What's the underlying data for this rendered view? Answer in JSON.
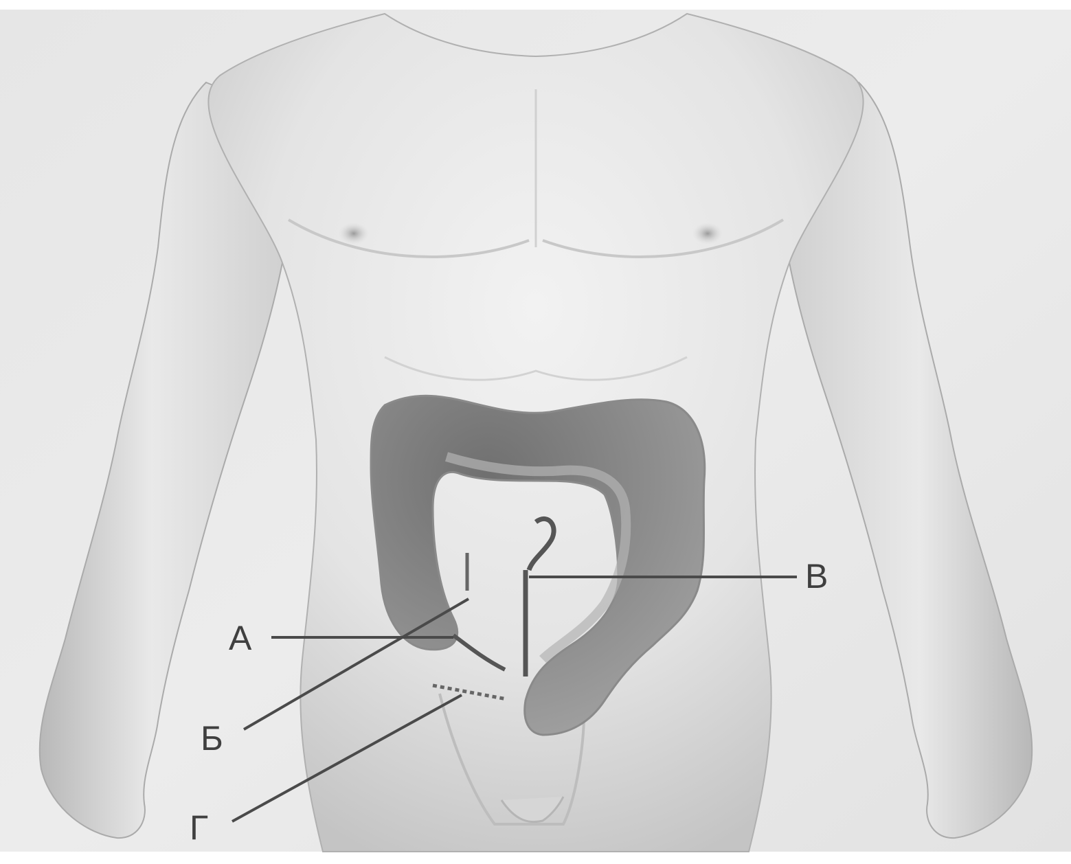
{
  "diagram": {
    "labels": {
      "a": "А",
      "b": "Б",
      "v": "В",
      "g": "Г"
    }
  },
  "colors": {
    "background": "#e9e9e9",
    "skin_light": "#eeeeee",
    "skin_shadow": "#b9b9b9",
    "colon_dark": "#7b7b7b",
    "colon_light": "#a9a9a9",
    "leader_line": "#4a4a4a"
  },
  "icons": {
    "figure": "human-torso-anatomy",
    "organ": "large-intestine"
  }
}
